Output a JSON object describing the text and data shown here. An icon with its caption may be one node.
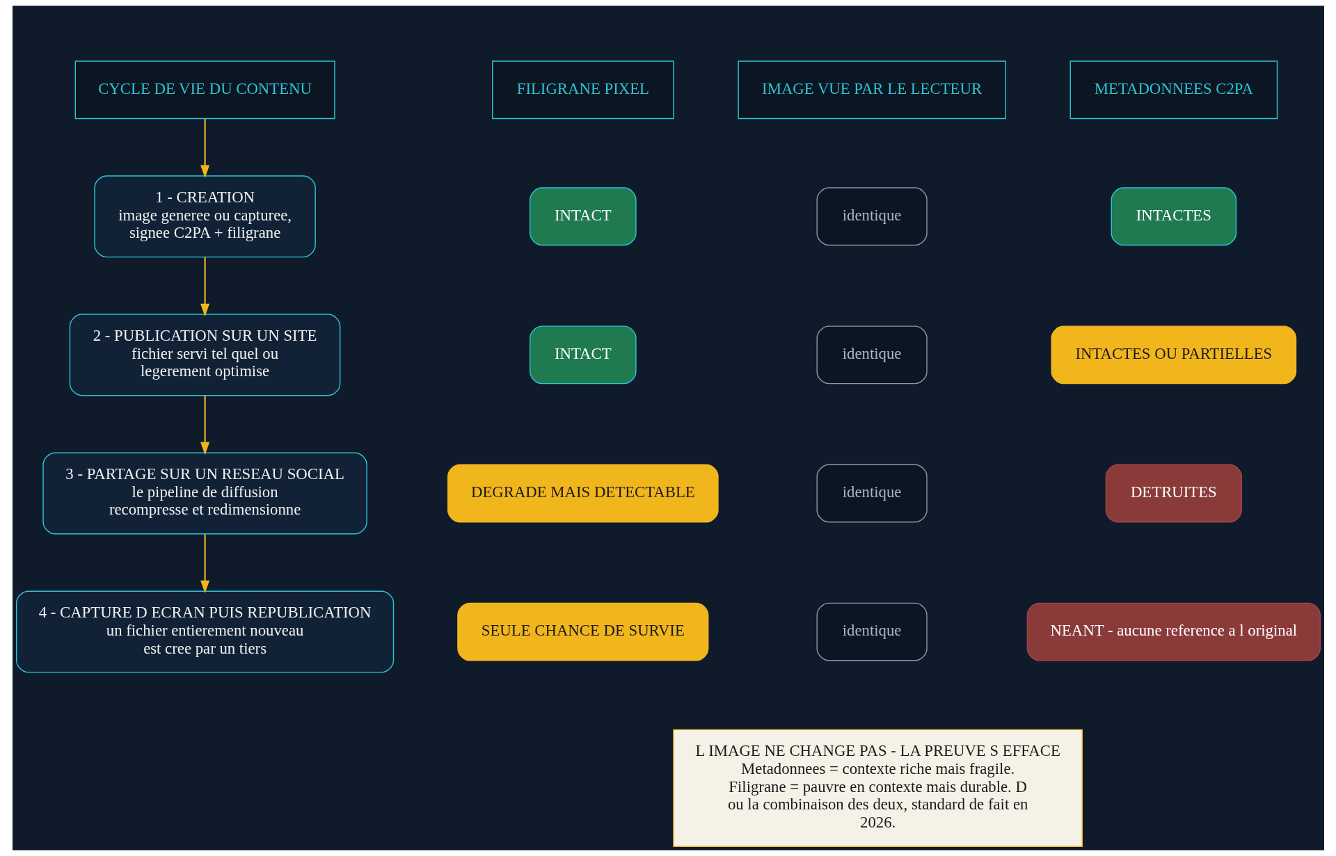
{
  "diagram": {
    "nodes": [
      {
        "text": [
          "CYCLE DE VIE DU CONTENU"
        ]
      },
      {
        "text": [
          "METADONNEES C2PA"
        ]
      },
      {
        "text": [
          "FILIGRANE PIXEL"
        ]
      },
      {
        "text": [
          "IMAGE VUE PAR LE LECTEUR"
        ]
      },
      {
        "text": [
          "1 - CREATION",
          "image generee ou capturee, signee C2PA + filigrane"
        ]
      },
      {
        "text": [
          "INTACTES"
        ]
      },
      {
        "text": [
          "INTACT"
        ]
      },
      {
        "text": [
          "identique"
        ]
      },
      {
        "text": [
          "2 - PUBLICATION SUR UN SITE",
          "fichier servi tel quel ou legerement optimise"
        ]
      },
      {
        "text": [
          "INTACTES OU PARTIELLES"
        ]
      },
      {
        "text": [
          "INTACT"
        ]
      },
      {
        "text": [
          "identique"
        ]
      },
      {
        "text": [
          "3 - PARTAGE SUR UN RESEAU SOCIAL",
          "le pipeline de diffusion recompresse et redimensionne"
        ]
      },
      {
        "text": [
          "DETRUITES"
        ]
      },
      {
        "text": [
          "DEGRADE MAIS DETECTABLE"
        ]
      },
      {
        "text": [
          "identique"
        ]
      },
      {
        "text": [
          "4 - CAPTURE D ECRAN PUIS REPUBLICATION",
          "un fichier entierement nouveau est cree par un tiers"
        ]
      },
      {
        "text": [
          "NEANT - aucune reference a l original"
        ]
      },
      {
        "text": [
          "SEULE CHANCE DE SURVIE"
        ]
      },
      {
        "text": [
          "identique"
        ]
      },
      {
        "text": [
          "L IMAGE NE CHANGE PAS - LA PREUVE S EFFACE",
          "Metadonnees = contexte riche mais fragile. Filigrane = pauvre en contexte mais durable. D ou la combinaison des deux, standard de fait en 2026."
        ]
      }
    ],
    "edges": [
      {
        "from": 0,
        "to": 4,
        "arrow": "to"
      },
      {
        "from": 4,
        "to": 8,
        "arrow": "to"
      },
      {
        "from": 8,
        "to": 12,
        "arrow": "to"
      },
      {
        "from": 12,
        "to": 16,
        "arrow": "to"
      }
    ]
  }
}
